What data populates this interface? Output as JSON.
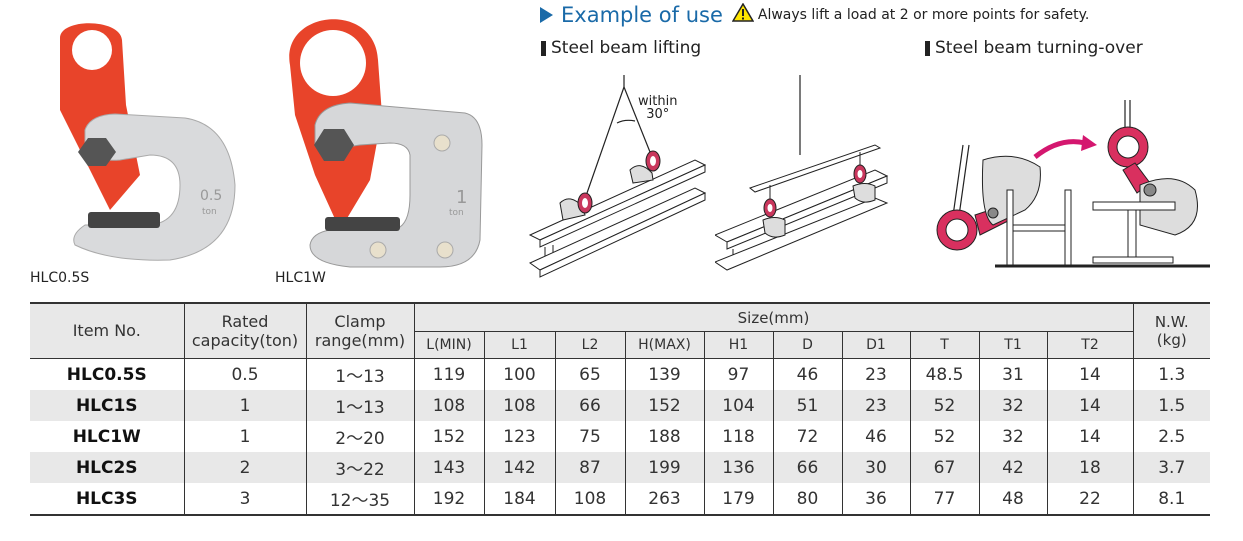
{
  "products": [
    {
      "name": "HLC0.5S"
    },
    {
      "name": "HLC1W"
    }
  ],
  "example": {
    "title": "Example of use",
    "warning_icon": "warning-triangle-icon",
    "warning_note": "Always lift a load at 2 or more points for safety.",
    "sections": [
      {
        "label": "Steel beam lifting"
      },
      {
        "label": "Steel beam turning-over"
      }
    ],
    "angle_label_1": "within",
    "angle_label_2": "30°"
  },
  "colors": {
    "accent_blue": "#1a6aa8",
    "clamp_red": "#e8442a",
    "diagram_pink": "#d9305f",
    "header_gray": "#e8e8e8"
  },
  "table": {
    "headers": {
      "item": "Item No.",
      "rated_1": "Rated",
      "rated_2": "capacity(ton)",
      "clamp_1": "Clamp",
      "clamp_2": "range(mm)",
      "size": "Size(mm)",
      "nw_1": "N.W.",
      "nw_2": "(kg)",
      "size_cols": [
        "L(MIN)",
        "L1",
        "L2",
        "H(MAX)",
        "H1",
        "D",
        "D1",
        "T",
        "T1",
        "T2"
      ]
    },
    "rows": [
      [
        "HLC0.5S",
        "0.5",
        "1～13",
        "119",
        "100",
        "65",
        "139",
        "97",
        "46",
        "23",
        "48.5",
        "31",
        "14",
        "1.3"
      ],
      [
        "HLC1S",
        "1",
        "1～13",
        "108",
        "108",
        "66",
        "152",
        "104",
        "51",
        "23",
        "52",
        "32",
        "14",
        "1.5"
      ],
      [
        "HLC1W",
        "1",
        "2～20",
        "152",
        "123",
        "75",
        "188",
        "118",
        "72",
        "46",
        "52",
        "32",
        "14",
        "2.5"
      ],
      [
        "HLC2S",
        "2",
        "3～22",
        "143",
        "142",
        "87",
        "199",
        "136",
        "66",
        "30",
        "67",
        "42",
        "18",
        "3.7"
      ],
      [
        "HLC3S",
        "3",
        "12～35",
        "192",
        "184",
        "108",
        "263",
        "179",
        "80",
        "36",
        "77",
        "48",
        "22",
        "8.1"
      ]
    ]
  }
}
